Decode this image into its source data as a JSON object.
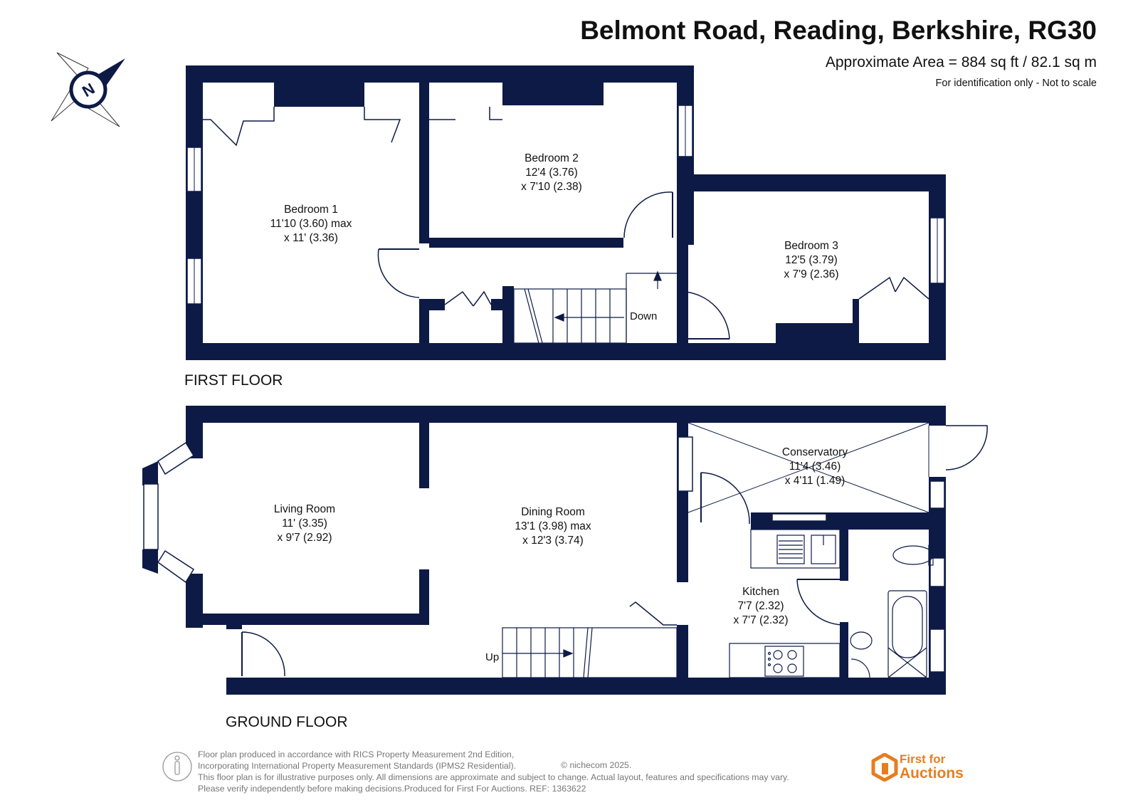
{
  "header": {
    "title": "Belmont Road, Reading, Berkshire, RG30",
    "area": "Approximate Area = 884 sq ft / 82.1 sq m",
    "note": "For identification only - Not to scale"
  },
  "compass": {
    "letter": "N"
  },
  "first_floor": {
    "label": "FIRST FLOOR",
    "bedroom1": {
      "name": "Bedroom 1",
      "dim1": "11'10 (3.60) max",
      "dim2": "x 11' (3.36)"
    },
    "bedroom2": {
      "name": "Bedroom 2",
      "dim1": "12'4 (3.76)",
      "dim2": "x 7'10 (2.38)"
    },
    "bedroom3": {
      "name": "Bedroom 3",
      "dim1": "12'5 (3.79)",
      "dim2": "x 7'9 (2.36)"
    },
    "stairs_label": "Down"
  },
  "ground_floor": {
    "label": "GROUND FLOOR",
    "living_room": {
      "name": "Living Room",
      "dim1": "11' (3.35)",
      "dim2": "x 9'7 (2.92)"
    },
    "dining_room": {
      "name": "Dining Room",
      "dim1": "13'1 (3.98) max",
      "dim2": "x 12'3 (3.74)"
    },
    "conservatory": {
      "name": "Conservatory",
      "dim1": "11'4 (3.46)",
      "dim2": "x 4'11 (1.49)"
    },
    "kitchen": {
      "name": "Kitchen",
      "dim1": "7'7 (2.32)",
      "dim2": "x 7'7 (2.32)"
    },
    "stairs_label": "Up"
  },
  "footer": {
    "line1": "Floor plan produced in accordance with RICS Property Measurement 2nd Edition,",
    "line2": "Incorporating International Property Measurement Standards (IPMS2 Residential).",
    "line3": "This floor plan is for illustrative purposes only. All dimensions are approximate and subject to change. Actual layout, features and specifications may vary.",
    "line4": "Please verify independently before making decisions.Produced for First For Auctions.   REF:  1363622",
    "copyright": "© nichecom 2025."
  },
  "brand": {
    "line1": "First for",
    "line2": "Auctions",
    "color": "#e87d1e"
  },
  "colors": {
    "wall": "#0d1a45",
    "text": "#111111"
  }
}
